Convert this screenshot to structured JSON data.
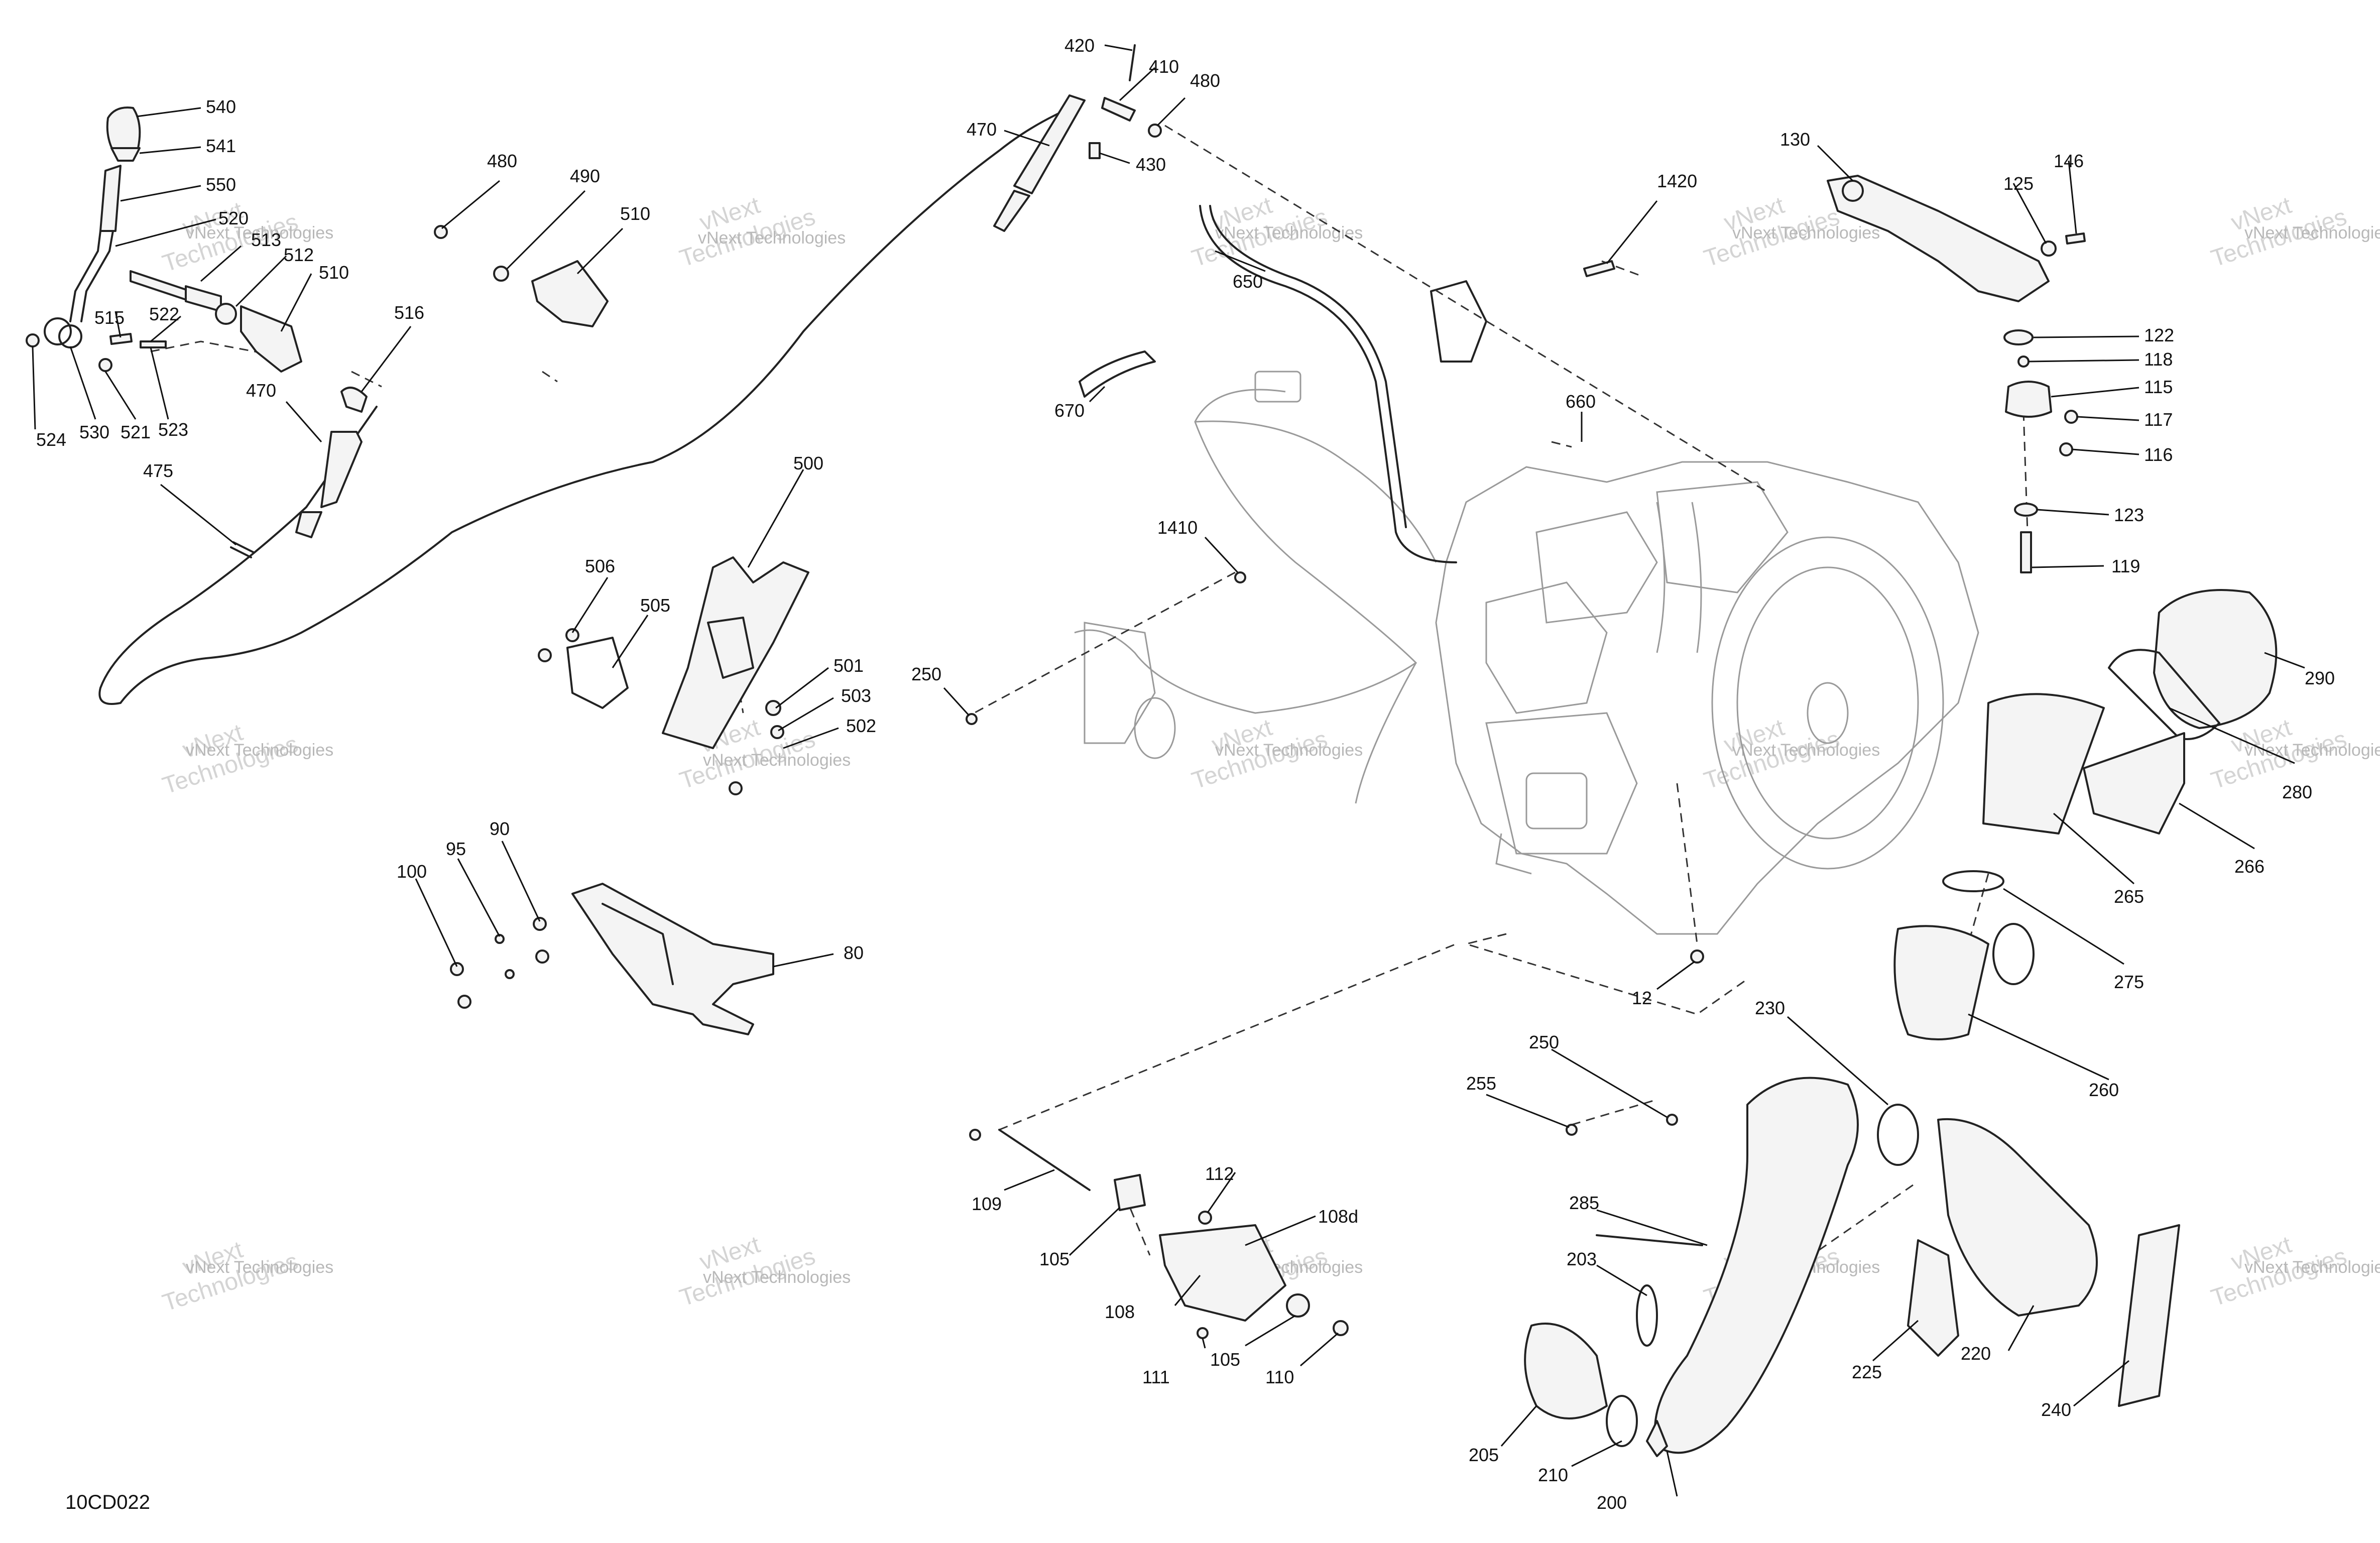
{
  "diagram_code": "10CD022",
  "watermark": {
    "line1": "vNext",
    "line2": "Technologies",
    "full": "vNext Technologies"
  },
  "callouts": {
    "c540": "540",
    "c541": "541",
    "c550": "550",
    "c520": "520",
    "c513": "513",
    "c512": "512",
    "c510a": "510",
    "c515": "515",
    "c522": "522",
    "c524": "524",
    "c530": "530",
    "c521": "521",
    "c523": "523",
    "c516": "516",
    "c470a": "470",
    "c475": "475",
    "c480a": "480",
    "c490": "490",
    "c510b": "510",
    "c420": "420",
    "c410": "410",
    "c480b": "480",
    "c430": "430",
    "c470b": "470",
    "c650": "650",
    "c670": "670",
    "c1420": "1420",
    "c660": "660",
    "c1410": "1410",
    "c250a": "250",
    "c500": "500",
    "c506": "506",
    "c505": "505",
    "c501": "501",
    "c503": "503",
    "c502": "502",
    "c100": "100",
    "c95": "95",
    "c90": "90",
    "c80": "80",
    "c130": "130",
    "c146": "146",
    "c125": "125",
    "c122": "122",
    "c118": "118",
    "c115": "115",
    "c117": "117",
    "c116": "116",
    "c123": "123",
    "c119": "119",
    "c290": "290",
    "c280": "280",
    "c266": "266",
    "c265": "265",
    "c275": "275",
    "c260": "260",
    "c12": "12",
    "c230": "230",
    "c250b": "250",
    "c255": "255",
    "c285": "285",
    "c203": "203",
    "c225": "225",
    "c220": "220",
    "c240": "240",
    "c205": "205",
    "c210": "210",
    "c200": "200",
    "c109": "109",
    "c112": "112",
    "c108d": "108d",
    "c105a": "105",
    "c108": "108",
    "c111": "111",
    "c105b": "105",
    "c110": "110"
  }
}
